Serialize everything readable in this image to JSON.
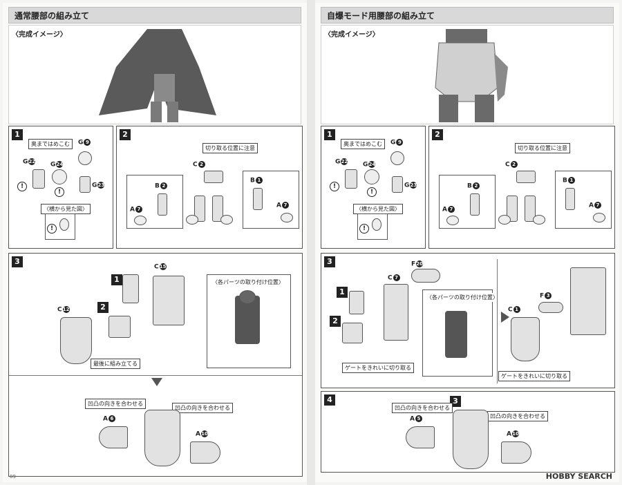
{
  "left_page": {
    "title": "通常腰部の組み立て",
    "hero_caption": "〈完成イメージ〉",
    "step1": {
      "number": "1",
      "callout_insert": "奥まではめこむ",
      "callout_side_view": "〈横から見た図〉",
      "labels": {
        "g9": "G",
        "g9_num": "9",
        "g22": "G",
        "g22_num": "22",
        "g24": "G",
        "g24_num": "24",
        "g23": "G",
        "g23_num": "23"
      }
    },
    "step2": {
      "number": "2",
      "callout_cut": "切り取る位置に注意",
      "labels": {
        "c2": "C",
        "c2_num": "2",
        "b2": "B",
        "b2_num": "2",
        "a7_left": "A",
        "a7_left_num": "7",
        "b1": "B",
        "b1_num": "1",
        "a7_right": "A",
        "a7_right_num": "7"
      }
    },
    "step3": {
      "number": "3",
      "callout_positions": "〈各パーツの取り付け位置〉",
      "callout_last": "最後に組み立てる",
      "ref1": "1",
      "ref2": "2",
      "labels": {
        "c15": "C",
        "c15_num": "15",
        "c12": "C",
        "c12_num": "12"
      }
    },
    "bottom": {
      "callout_align_left": "凹凸の向きを合わせる",
      "callout_align_right": "凹凸の向きを合わせる",
      "labels": {
        "a6": "A",
        "a6_num": "6",
        "a10": "A",
        "a10_num": "10"
      }
    },
    "page_number": "09"
  },
  "right_page": {
    "title": "自爆モード用腰部の組み立て",
    "hero_caption": "〈完成イメージ〉",
    "step1": {
      "number": "1",
      "callout_insert": "奥まではめこむ",
      "callout_side_view": "〈横から見た図〉",
      "labels": {
        "g9": "G",
        "g9_num": "9",
        "g22": "G",
        "g22_num": "22",
        "g24": "G",
        "g24_num": "24",
        "g23": "G",
        "g23_num": "23"
      }
    },
    "step2": {
      "number": "2",
      "callout_cut": "切り取る位置に注意",
      "labels": {
        "c2": "C",
        "c2_num": "2",
        "b2": "B",
        "b2_num": "2",
        "a7_left": "A",
        "a7_left_num": "7",
        "b1": "B",
        "b1_num": "1",
        "a7_right": "A",
        "a7_right_num": "7"
      }
    },
    "step3": {
      "number": "3",
      "callout_positions": "〈各パーツの取り付け位置〉",
      "callout_gate_left": "ゲートをきれいに切り取る",
      "callout_gate_right": "ゲートをきれいに切り取る",
      "ref1": "1",
      "ref2": "2",
      "labels": {
        "f20": "F",
        "f20_num": "20",
        "c7": "C",
        "c7_num": "7",
        "f3": "F",
        "f3_num": "3",
        "c1": "C",
        "c1_num": "1"
      }
    },
    "step4": {
      "number": "4",
      "ref3": "3",
      "callout_align_left": "凹凸の向きを合わせる",
      "callout_align_right": "凹凸の向きを合わせる",
      "labels": {
        "a5": "A",
        "a5_num": "5",
        "a10": "A",
        "a10_num": "10"
      }
    },
    "watermark": "HOBBY SEARCH"
  }
}
